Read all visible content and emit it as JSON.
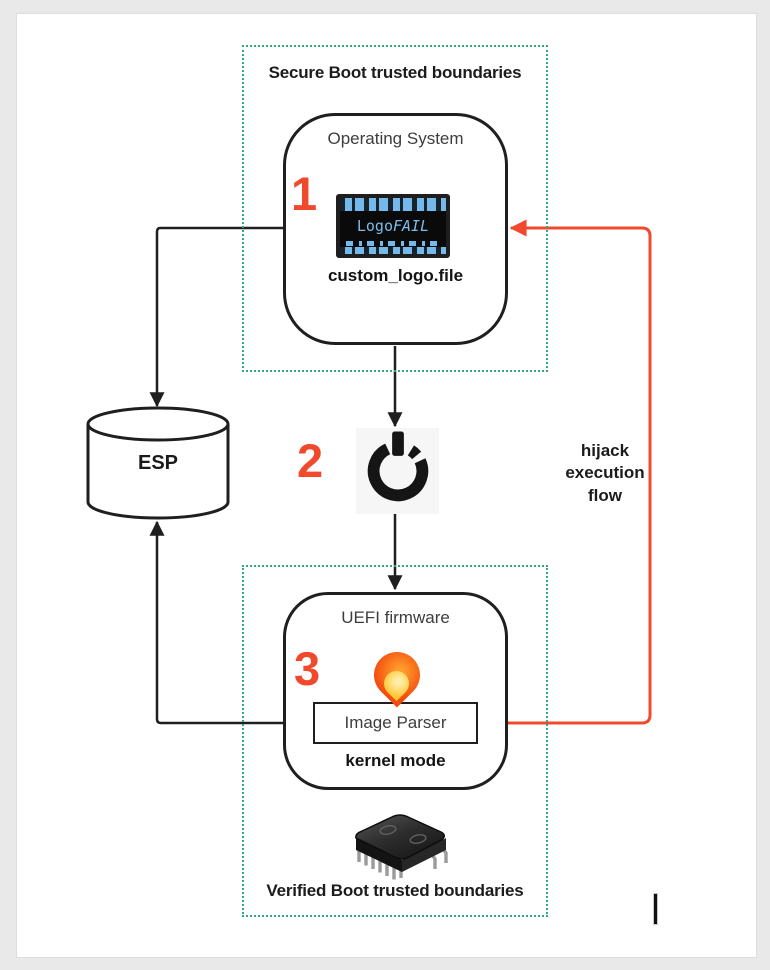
{
  "diagram": {
    "secure_boot_box": {
      "title": "Secure Boot trusted boundaries"
    },
    "os_box": {
      "label": "Operating System",
      "step_number": "1",
      "logo_image": {
        "text_regular": "Logo",
        "text_italic": "FAIL"
      },
      "caption": "custom_logo.file"
    },
    "esp": {
      "label": "ESP"
    },
    "power_step": {
      "step_number": "2"
    },
    "uefi_box": {
      "label": "UEFI firmware",
      "step_number": "3",
      "parser_label": "Image Parser",
      "mode_label": "kernel mode"
    },
    "verified_boot_box": {
      "title": "Verified Boot trusted boundaries"
    },
    "hijack_label": {
      "line1": "hijack",
      "line2": "execution",
      "line3": "flow"
    }
  },
  "icons": {
    "power": "power-icon",
    "flame": "flame-icon",
    "chip": "chip-icon",
    "esp_cylinder": "database-cylinder-icon",
    "logo_screen": "glitched-boot-logo"
  },
  "colors": {
    "accent_red": "#f1492c",
    "boundary_green": "#2faa7c",
    "line_black": "#1f1f1f",
    "logo_blue": "#74b9ea",
    "page_background": "#e9e9e9",
    "surface": "#ffffff"
  }
}
